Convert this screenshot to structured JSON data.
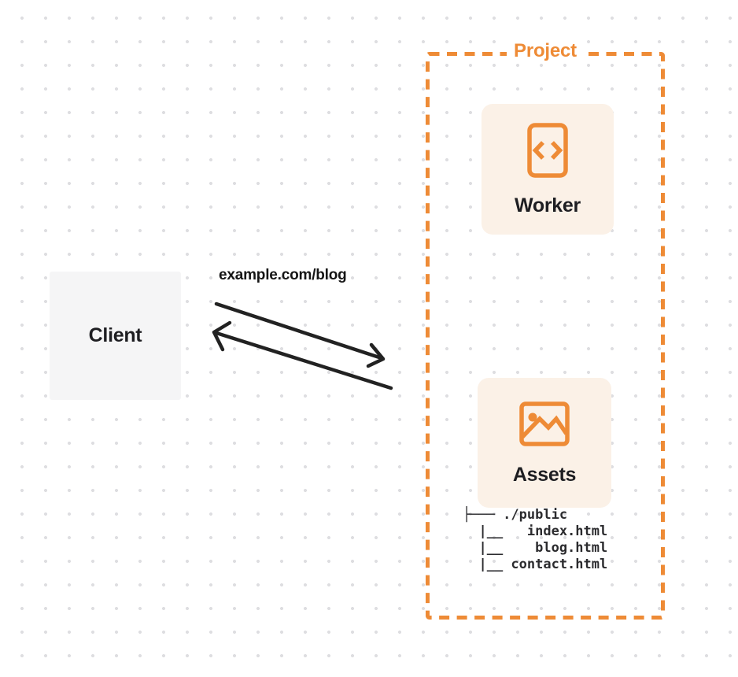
{
  "client": {
    "label": "Client"
  },
  "request": {
    "url": "example.com/blog"
  },
  "project": {
    "label": "Project",
    "worker": {
      "label": "Worker",
      "icon": "code-file-icon"
    },
    "assets": {
      "label": "Assets",
      "icon": "image-icon"
    },
    "file_tree": {
      "lines": [
        "├─── ./public",
        "  |__   index.html",
        "  |__    blog.html",
        "  |__ contact.html"
      ]
    }
  },
  "colors": {
    "background": "#FFFFFF",
    "dot_grid": "#DEDEE1",
    "orange_accent": "#EE8B36",
    "card_background": "#FBF1E7",
    "client_background": "#F5F5F6",
    "text_dark": "#1E1E22",
    "arrow": "#222222"
  }
}
